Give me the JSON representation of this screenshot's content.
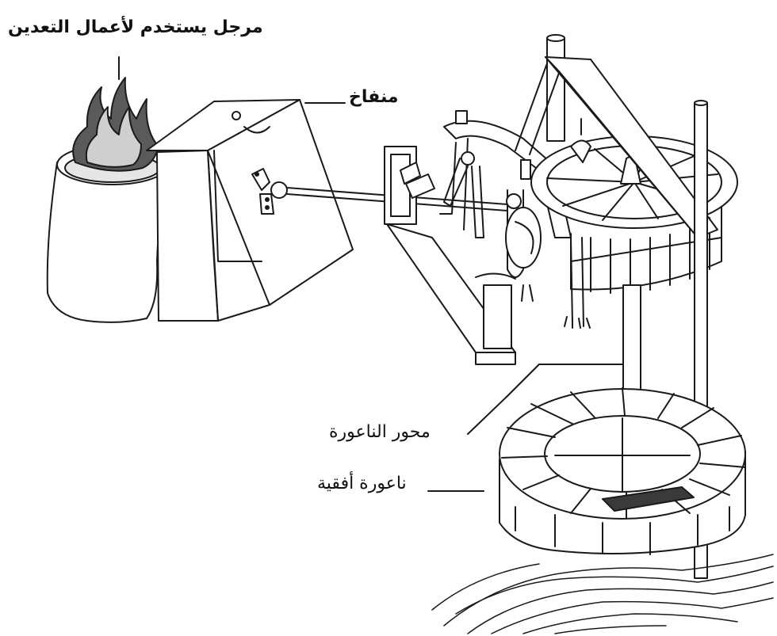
{
  "labels": {
    "furnace": "مرجل يستخدم لأعمال التعدين",
    "bellows": "منفاخ",
    "wheel_axle": "محور الناعورة",
    "horizontal_wheel": "ناعورة أفقية"
  },
  "colors": {
    "line": "#1a1a1a",
    "fill": "#ffffff",
    "flame_dark": "#5a5a5a",
    "flame_light": "#cfcfcf"
  }
}
